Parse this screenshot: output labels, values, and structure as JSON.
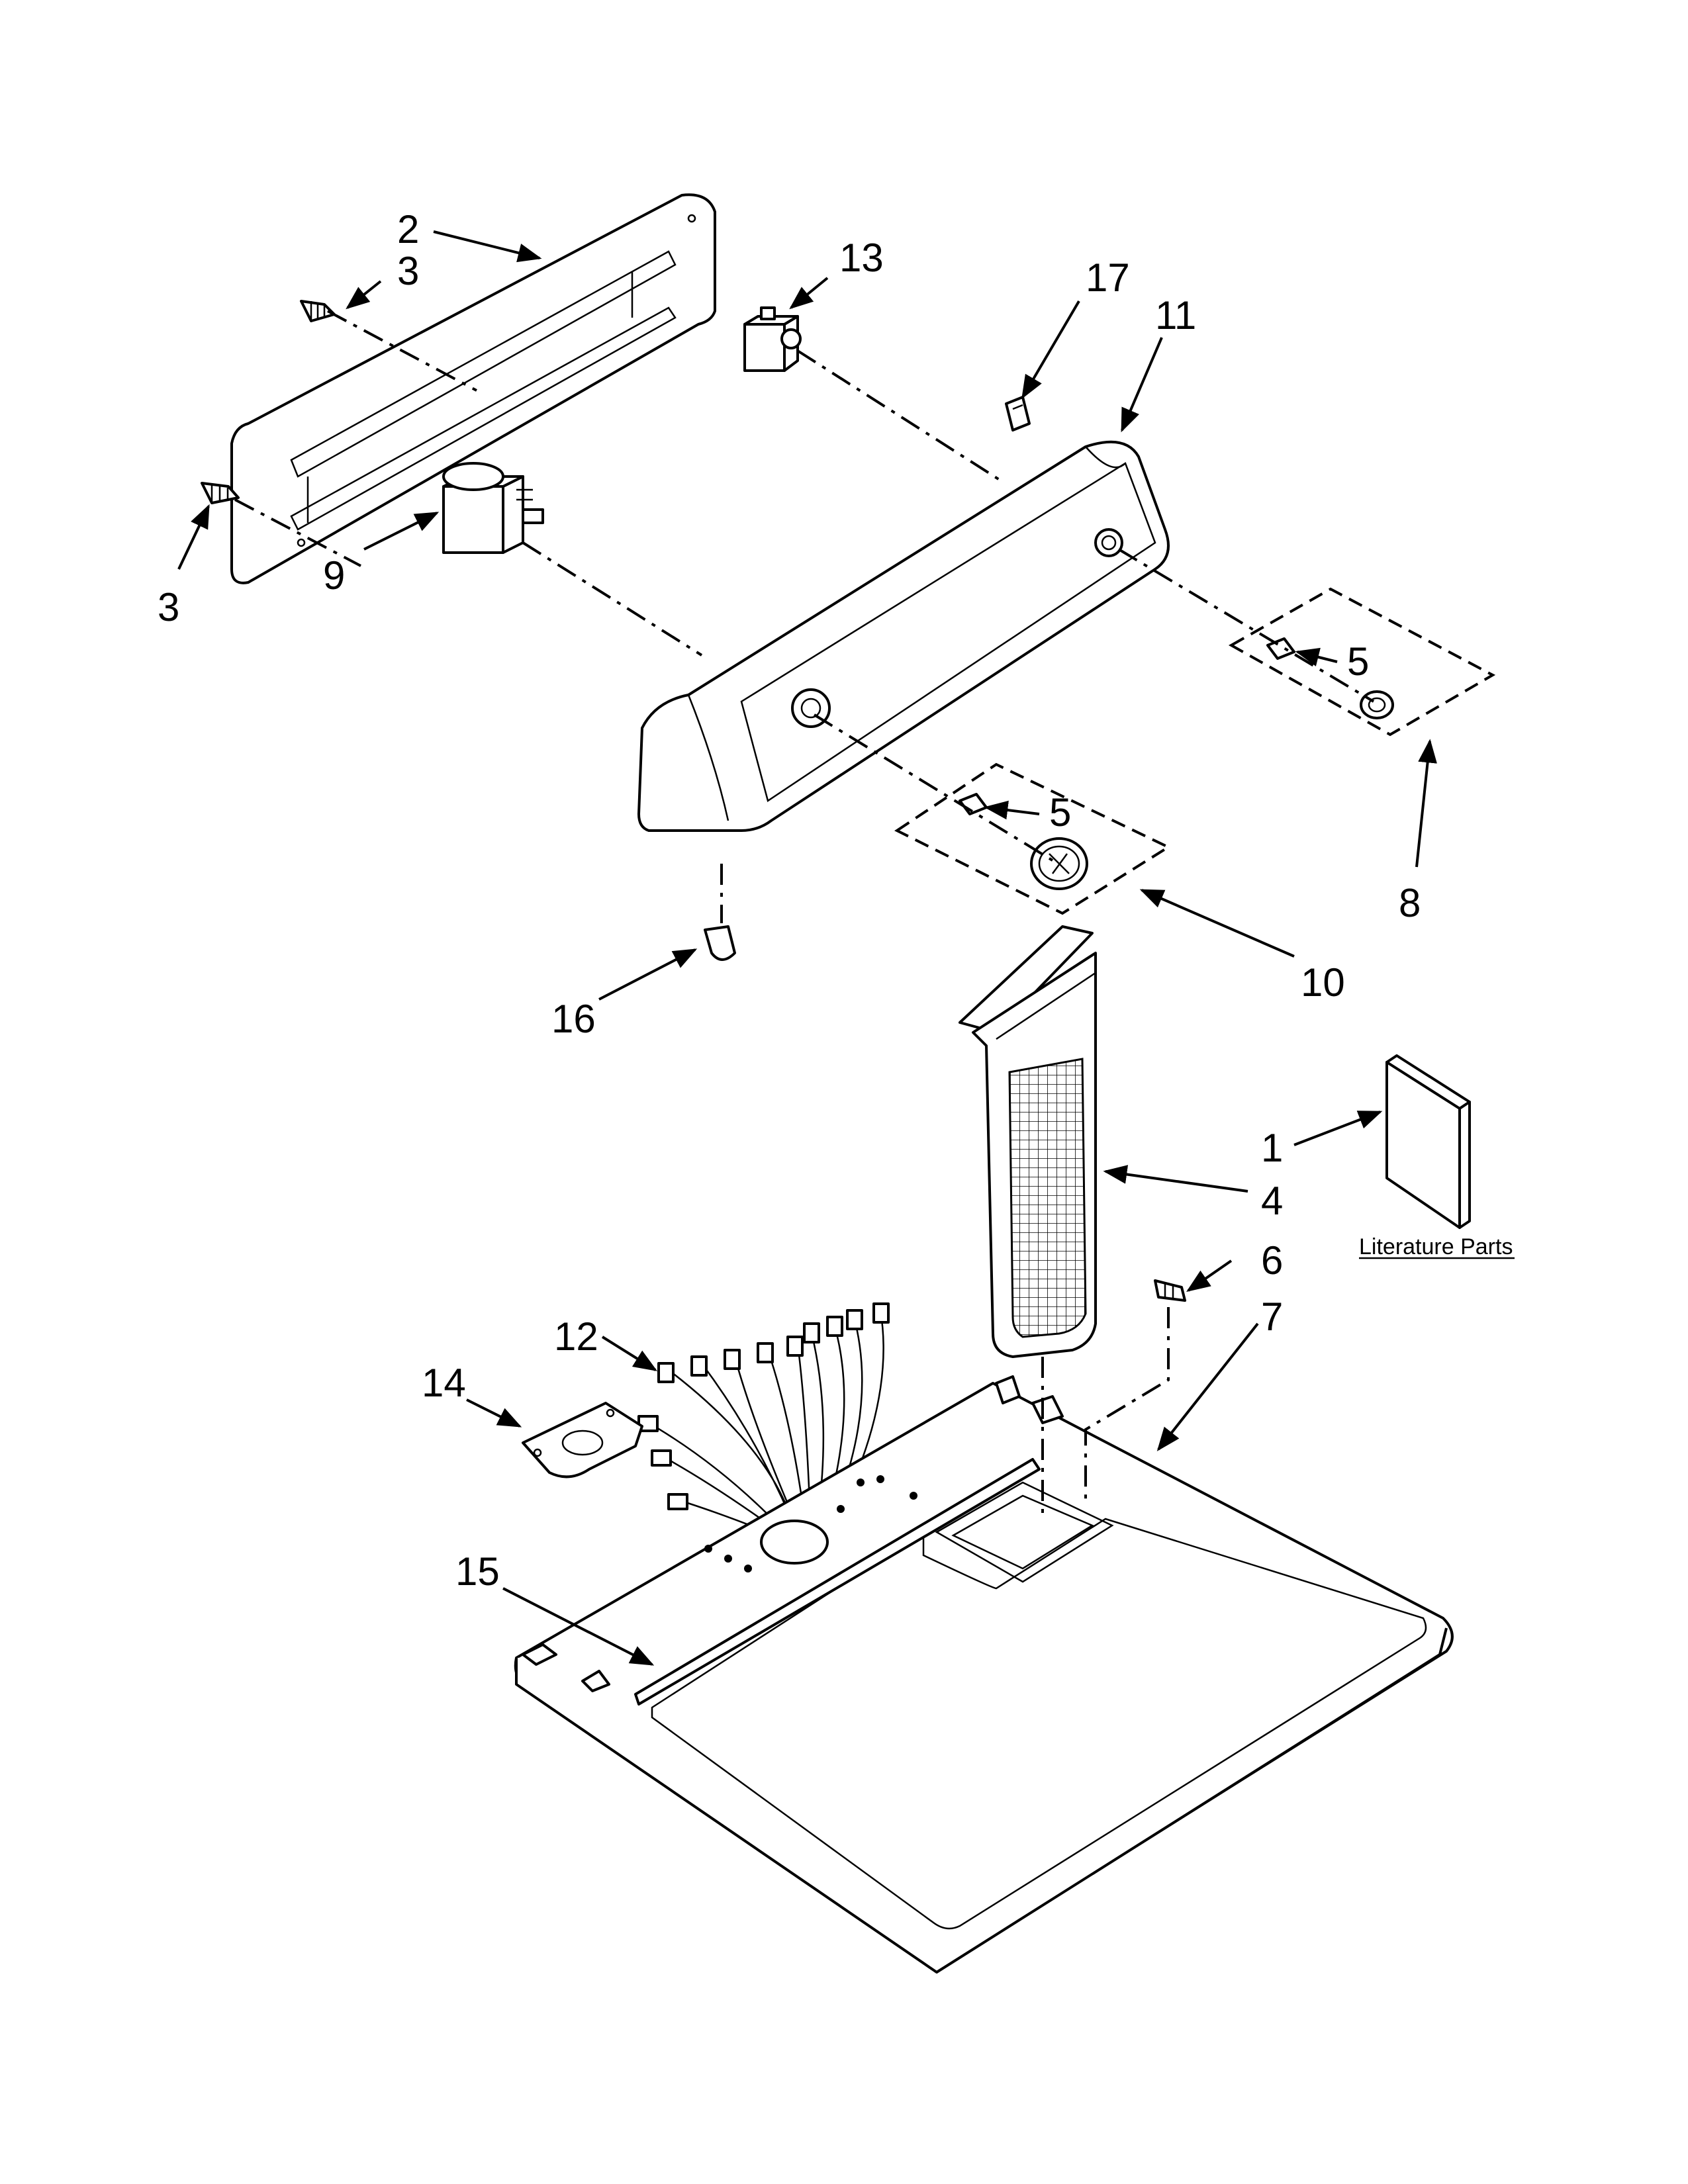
{
  "callouts": {
    "c1": "1",
    "c2": "2",
    "c3a": "3",
    "c3b": "3",
    "c4": "4",
    "c5a": "5",
    "c5b": "5",
    "c6": "6",
    "c7": "7",
    "c8": "8",
    "c9": "9",
    "c10": "10",
    "c11": "11",
    "c12": "12",
    "c13": "13",
    "c14": "14",
    "c15": "15",
    "c16": "16",
    "c17": "17"
  },
  "literature_label": "Literature Parts"
}
